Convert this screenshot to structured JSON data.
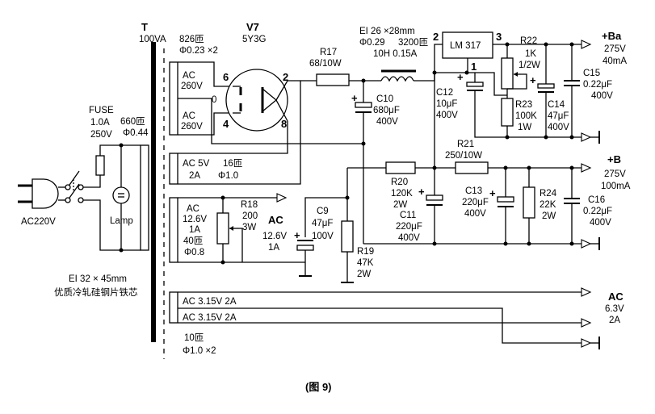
{
  "transformer": {
    "designator": "T",
    "power": "100VA",
    "core_spec": "EI 32 × 45mm",
    "core_material": "优质冷轧硅钢片铁芯",
    "primary_turns": "660匝",
    "primary_wire": "Φ0.44",
    "hv_turns": "826匝",
    "hv_wire": "Φ0.23 ×2",
    "heater_turns": "10匝",
    "heater_wire": "Φ1.0 ×2"
  },
  "windings": {
    "hv1": "AC\n260V",
    "hv_center": "0",
    "hv2": "AC\n260V",
    "rect_heater": "AC 5V",
    "rect_heater_current": "2A",
    "rect_heater_turns": "16匝",
    "rect_heater_wire": "Φ1.0",
    "bias": "AC\n12.6V\n1A",
    "bias_turns": "40匝",
    "bias_wire": "Φ0.8",
    "fil1": "AC 3.15V 2A",
    "fil2": "AC 3.15V 2A"
  },
  "mains": {
    "source": "AC220V",
    "fuse_label": "FUSE",
    "fuse_rating": "1.0A",
    "fuse_voltage": "250V",
    "lamp": "Lamp"
  },
  "tube": {
    "designator": "V7",
    "type": "5Y3G",
    "pin6": "6",
    "pin4": "4",
    "pin2": "2",
    "pin8": "8"
  },
  "choke": {
    "core": "EI 26 ×28mm",
    "wire": "Φ0.29",
    "turns": "3200匝",
    "value": "10H 0.15A"
  },
  "regulator": {
    "name": "LM 317",
    "pin1": "1",
    "pin2": "2",
    "pin3": "3"
  },
  "components": {
    "R17": "R17",
    "R17_v": "68/10W",
    "C10": "C10",
    "C10_v": "680μF",
    "C10_vv": "400V",
    "C12": "C12",
    "C12_v": "10μF",
    "C12_vv": "400V",
    "R22": "R22",
    "R22_v": "1K",
    "R22_w": "1/2W",
    "R23": "R23",
    "R23_v": "100K",
    "R23_w": "1W",
    "C14": "C14",
    "C14_v": "47μF",
    "C14_vv": "400V",
    "C15": "C15",
    "C15_v": "0.22μF",
    "C15_vv": "400V",
    "R21": "R21",
    "R21_v": "250/10W",
    "R20": "R20",
    "R20_v": "120K",
    "R20_w": "2W",
    "C11": "C11",
    "C11_v": "220μF",
    "C11_vv": "400V",
    "C13": "C13",
    "C13_v": "220μF",
    "C13_vv": "400V",
    "R24": "R24",
    "R24_v": "22K",
    "R24_w": "2W",
    "C16": "C16",
    "C16_v": "0.22μF",
    "C16_vv": "400V",
    "R18": "R18",
    "R18_v": "200",
    "R18_w": "3W",
    "C9": "C9",
    "C9_v": "47μF",
    "C9_vv": "100V",
    "R19": "R19",
    "R19_v": "47K",
    "R19_w": "2W"
  },
  "outputs": {
    "ba": "+Ba",
    "ba_v": "275V",
    "ba_i": "40mA",
    "b": "+B",
    "b_v": "275V",
    "b_i": "100mA",
    "bias_label": "AC",
    "bias_v": "12.6V",
    "bias_i": "1A",
    "ac_label": "AC",
    "ac_v": "6.3V",
    "ac_i": "2A"
  },
  "caption": "(图 9)"
}
